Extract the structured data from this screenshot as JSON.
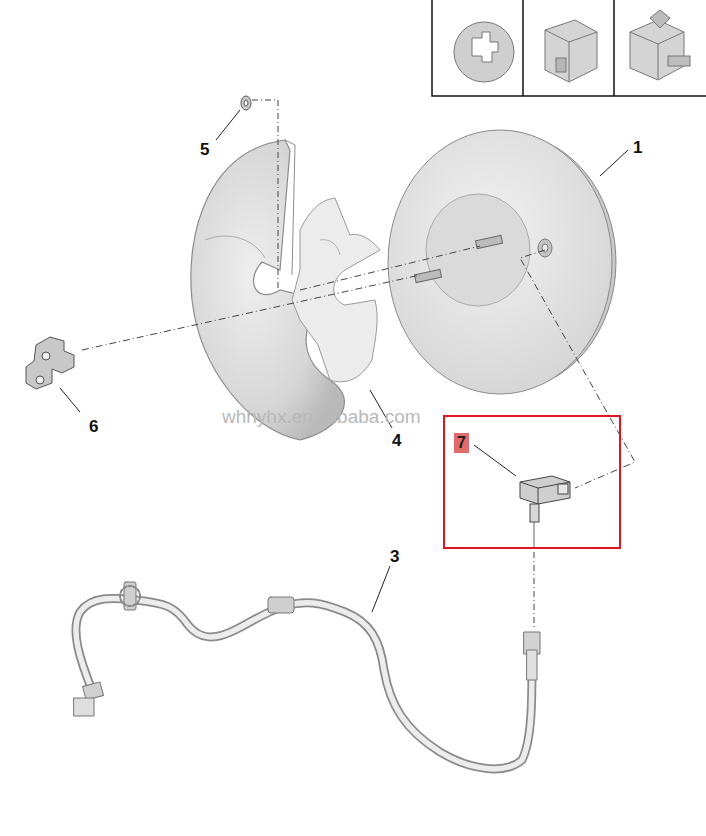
{
  "diagram": {
    "nodes": [
      {
        "text": [
          "7"
        ]
      }
    ],
    "edges": [],
    "labels": [
      "5",
      "1",
      "6",
      "4",
      "3",
      "whhyhx.en.alibaba.com"
    ]
  }
}
